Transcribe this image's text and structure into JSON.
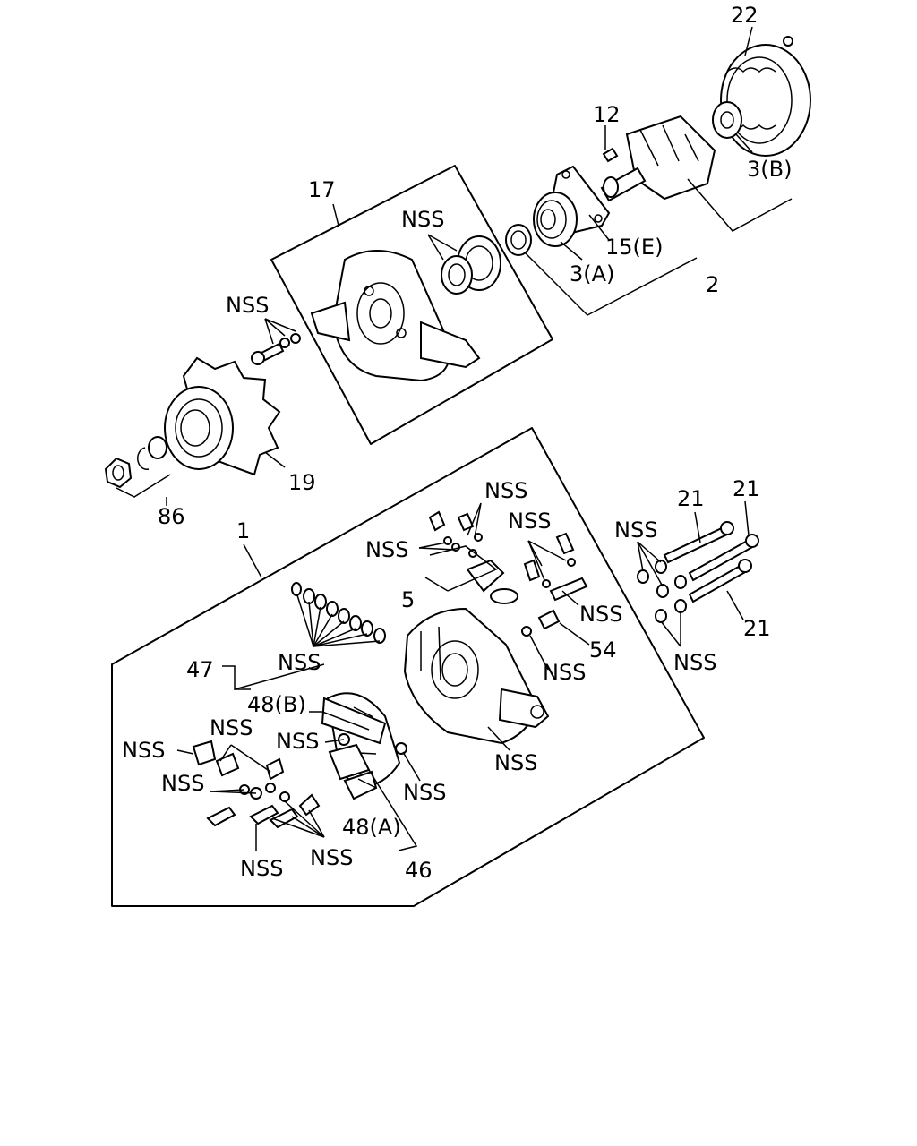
{
  "callouts": {
    "c22": "22",
    "c12": "12",
    "c3b": "3(B)",
    "c17": "17",
    "c15e": "15(E)",
    "c3a": "3(A)",
    "c2": "2",
    "c19": "19",
    "c86": "86",
    "c1": "1",
    "c5": "5",
    "c54": "54",
    "c47": "47",
    "c48b": "48(B)",
    "c48a": "48(A)",
    "c46": "46",
    "c21a": "21",
    "c21b": "21",
    "c21c": "21",
    "nss": "NSS"
  }
}
